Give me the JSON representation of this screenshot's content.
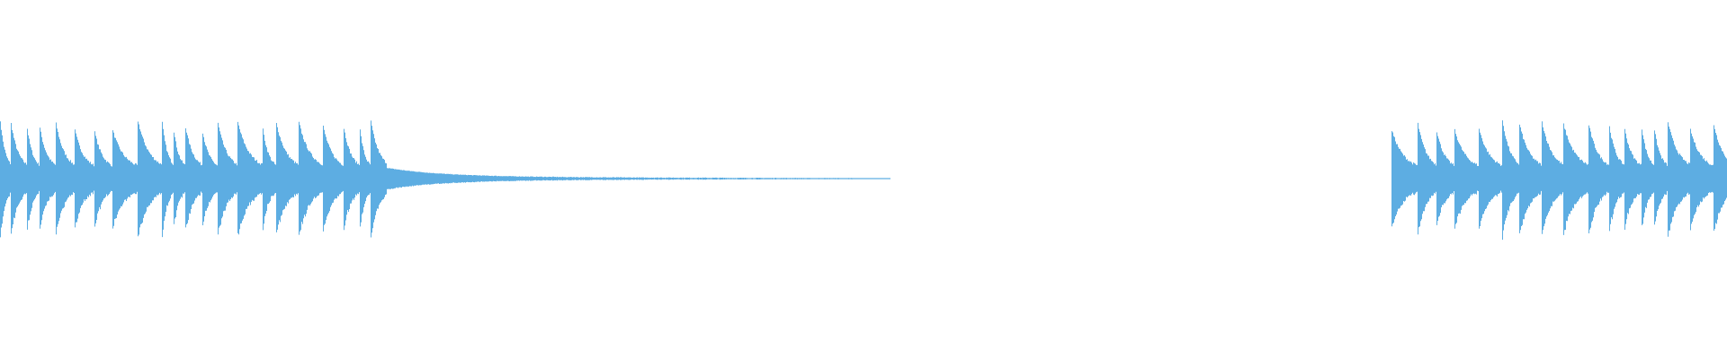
{
  "waveform": {
    "color": "#5dade2",
    "background": "#ffffff",
    "segments": [
      {
        "type": "audio",
        "level": "loud"
      },
      {
        "type": "fade-out",
        "level": "quiet"
      },
      {
        "type": "silence",
        "level": "none"
      },
      {
        "type": "audio",
        "level": "loud"
      }
    ]
  }
}
